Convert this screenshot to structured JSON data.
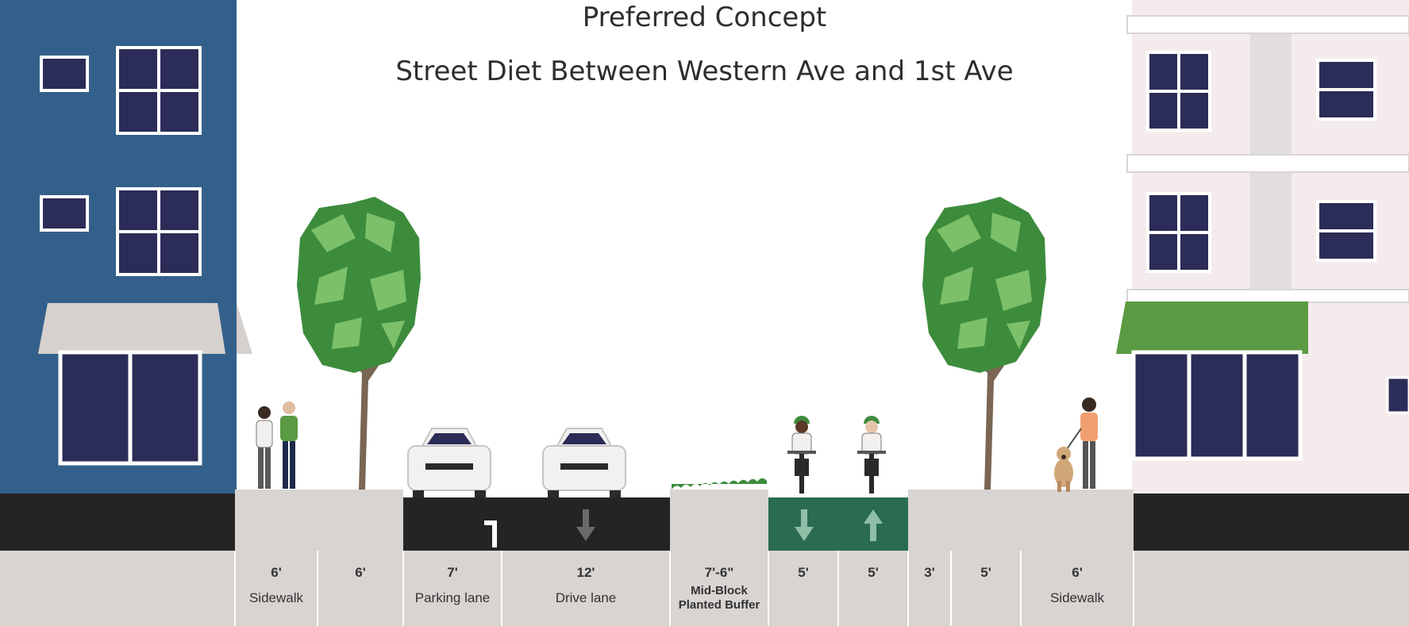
{
  "title": "Preferred Concept",
  "subtitle": "Street Diet Between Western Ave and 1st Ave",
  "colors": {
    "building_left": "#33608a",
    "building_right": "#f4ecec",
    "window": "#2c2c58",
    "tree_dark": "#3c8c3c",
    "tree_light": "#7cc06a",
    "asphalt": "#242424",
    "bike_lane": "#2a6b52",
    "sidewalk": "#d8d4d2",
    "awning_green": "#5a9a42",
    "awning_grey": "#d6d0ce"
  },
  "segments": [
    {
      "width": "6'",
      "name": "Sidewalk"
    },
    {
      "width": "6'",
      "name": ""
    },
    {
      "width": "7'",
      "name": "Parking lane"
    },
    {
      "width": "12'",
      "name": "Drive lane"
    },
    {
      "width": "7'-6\"",
      "name": "Mid-Block Planted Buffer"
    },
    {
      "width": "5'",
      "name": ""
    },
    {
      "width": "5'",
      "name": ""
    },
    {
      "width": "3'",
      "name": ""
    },
    {
      "width": "5'",
      "name": ""
    },
    {
      "width": "6'",
      "name": "Sidewalk"
    }
  ],
  "icons": {
    "drive_arrow": "arrow-down-icon",
    "bike_arrow_1": "arrow-down-icon",
    "bike_arrow_2": "arrow-up-icon"
  }
}
